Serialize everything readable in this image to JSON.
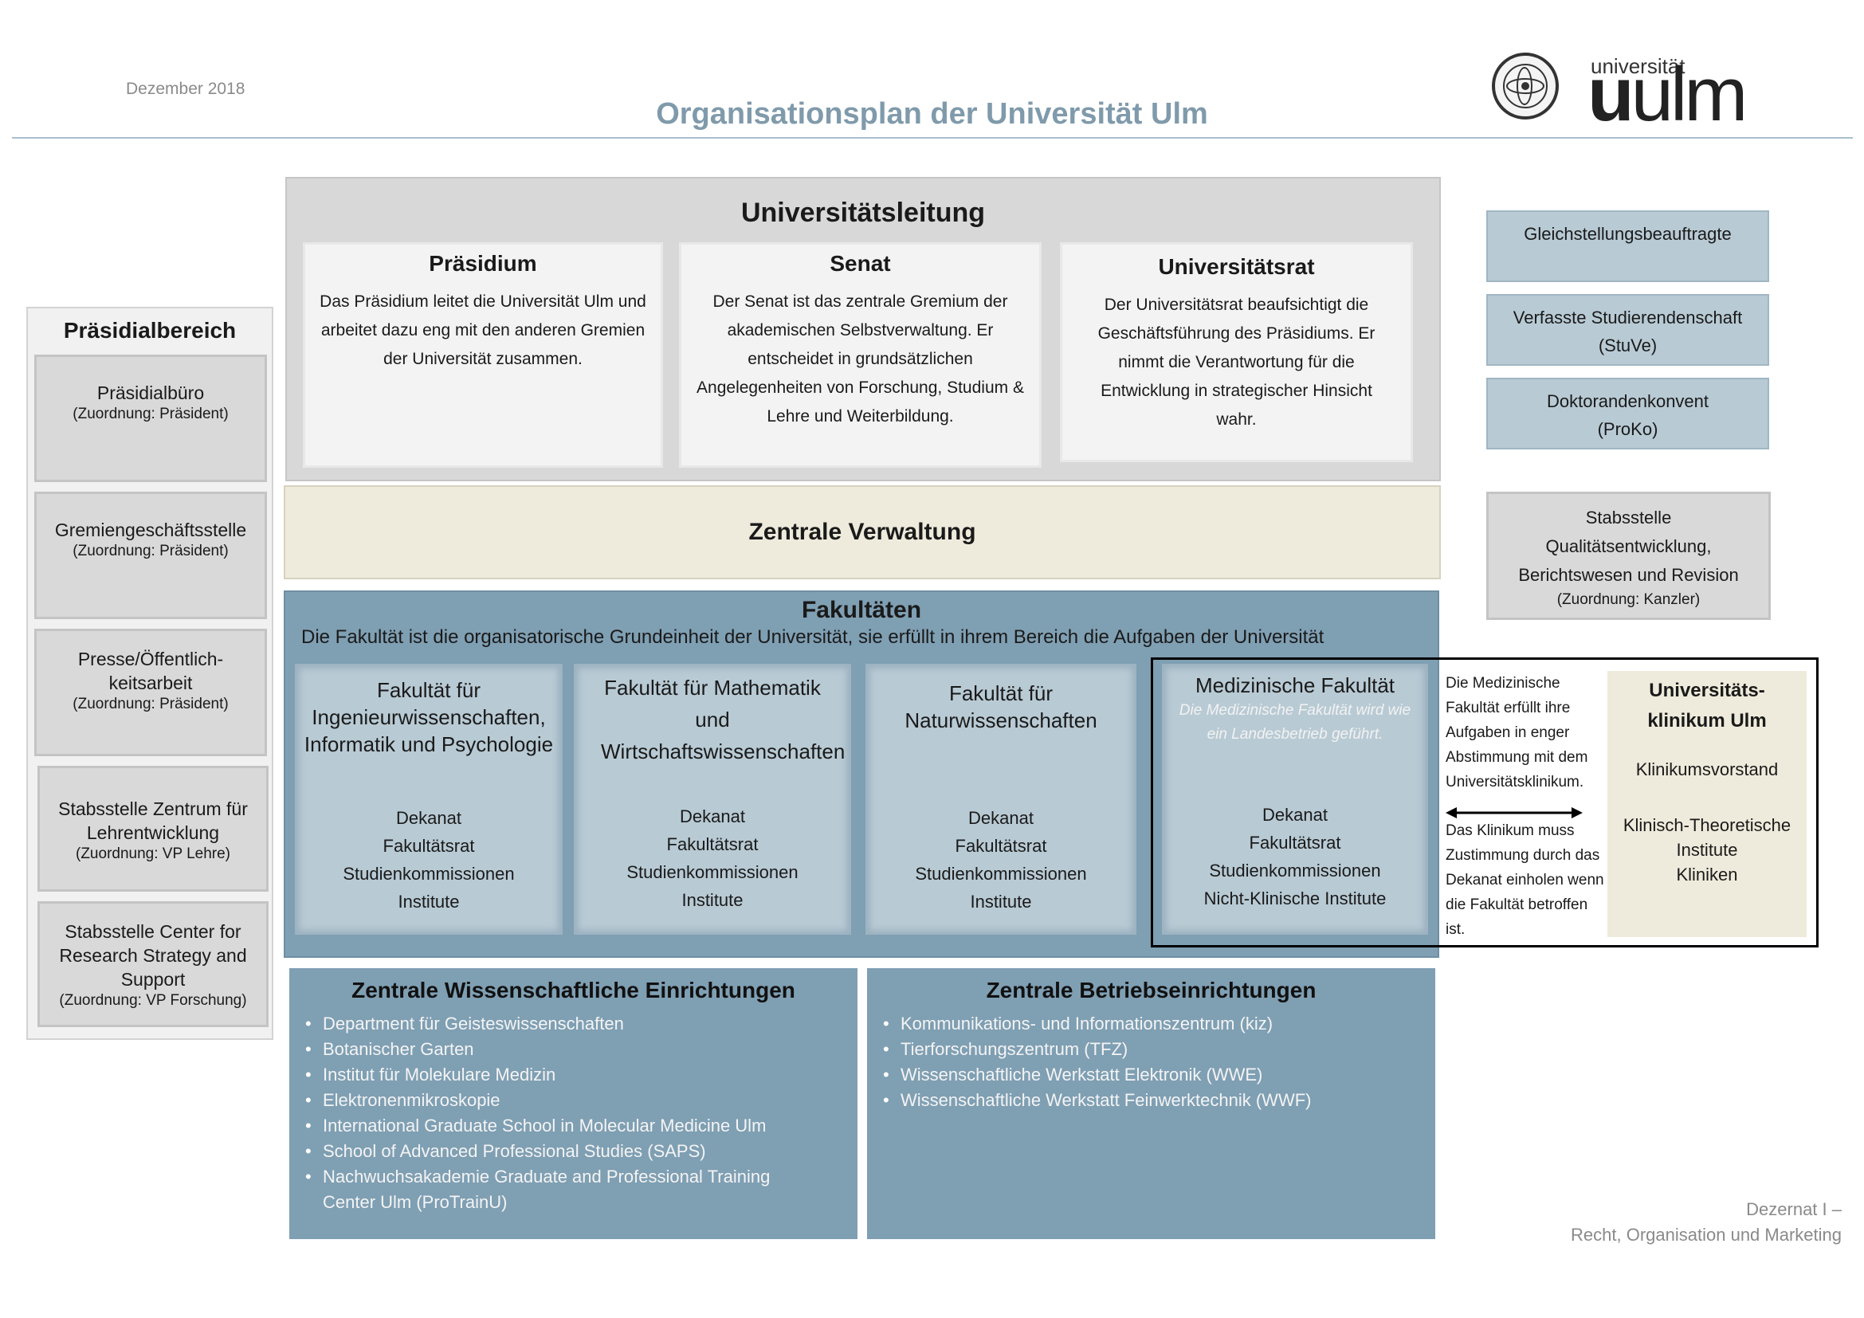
{
  "header": {
    "date": "Dezember  2018",
    "title": "Organisationsplan der Universität Ulm",
    "logo_small": "universität",
    "logo_big_first": "u",
    "logo_big_rest": "ulm"
  },
  "praesidialbereich": {
    "title": "Präsidialbereich",
    "items": [
      {
        "main": "Präsidialbüro",
        "sub": "(Zuordnung: Präsident)"
      },
      {
        "main": "Gremiengeschäftsstelle",
        "sub": "(Zuordnung: Präsident)"
      },
      {
        "main": "Presse/Öffentlich-\nkeitsarbeit",
        "sub": "(Zuordnung: Präsident)"
      },
      {
        "main": "Stabsstelle Zentrum für Lehrentwicklung",
        "sub": "(Zuordnung: VP Lehre)"
      },
      {
        "main": "Stabsstelle Center for Research Strategy and Support",
        "sub": "(Zuordnung: VP Forschung)"
      }
    ]
  },
  "universitaetsleitung": {
    "title": "Universitätsleitung",
    "cards": [
      {
        "heading": "Präsidium",
        "text": "Das Präsidium leitet die Universität Ulm und arbeitet dazu eng mit den anderen Gremien der Universität zusammen."
      },
      {
        "heading": "Senat",
        "text": "Der Senat ist das zentrale Gremium der akademischen Selbstverwaltung. Er entscheidet in grundsätzlichen Angelegenheiten von Forschung, Studium & Lehre und Weiterbildung."
      },
      {
        "heading": "Universitätsrat",
        "text": "Der Universitätsrat beaufsichtigt die Geschäftsführung des Präsidiums. Er nimmt die Verantwortung für die Entwicklung in strategischer Hinsicht wahr."
      }
    ]
  },
  "zentrale_verwaltung": {
    "title": "Zentrale Verwaltung"
  },
  "fakultaeten": {
    "title": "Fakultäten",
    "description": "Die Fakultät ist die organisatorische Grundeinheit der Universität, sie erfüllt in ihrem Bereich die Aufgaben der Universität",
    "faculties": [
      {
        "name": "Fakultät für Ingenieurwissenschaften, Informatik und Psychologie",
        "units": [
          "Dekanat",
          "Fakultätsrat",
          "Studienkommissionen",
          "Institute"
        ]
      },
      {
        "name": "Fakultät für Mathematik und Wirtschaftswissenschaften",
        "units": [
          "Dekanat",
          "Fakultätsrat",
          "Studienkommissionen",
          "Institute"
        ]
      },
      {
        "name": "Fakultät für Naturwissenschaften",
        "units": [
          "Dekanat",
          "Fakultätsrat",
          "Studienkommissionen",
          "Institute"
        ]
      },
      {
        "name": "Medizinische Fakultät",
        "note": "Die Medizinische Fakultät wird wie ein Landesbetrieb geführt.",
        "units": [
          "Dekanat",
          "Fakultätsrat",
          "Studienkommissionen",
          "Nicht-Klinische Institute"
        ]
      }
    ]
  },
  "medizin_relation": {
    "text_top": "Die Medizinische Fakultät erfüllt ihre Aufgaben in enger Abstimmung mit dem Universitätsklinikum.",
    "text_bottom": "Das Klinikum muss Zustimmung durch das Dekanat einholen wenn die Fakultät betroffen ist."
  },
  "klinikum": {
    "title_line1": "Universitäts-",
    "title_line2": "klinikum Ulm",
    "item1": "Klinikumsvorstand",
    "item2": "Klinisch-Theoretische Institute",
    "item3": "Kliniken"
  },
  "right_column": {
    "items": [
      "Gleichstellungsbeauftragte",
      "Verfasste Studierendenschaft (StuVe)",
      "Doktorandenkonvent (ProKo)"
    ],
    "stabsstelle": {
      "main": "Stabsstelle Qualitätsentwicklung, Berichtswesen und Revision",
      "sub": "(Zuordnung: Kanzler)"
    }
  },
  "zentrale_wissenschaftliche": {
    "title": "Zentrale Wissenschaftliche Einrichtungen",
    "items": [
      "Department für Geisteswissenschaften",
      "Botanischer Garten",
      "Institut für Molekulare Medizin",
      "Elektronenmikroskopie",
      "International Graduate School in Molecular Medicine Ulm",
      "School of Advanced Professional Studies (SAPS)",
      "Nachwuchsakademie Graduate and Professional Training Center Ulm (ProTrainU)"
    ]
  },
  "zentrale_betrieb": {
    "title": "Zentrale Betriebseinrichtungen",
    "items": [
      "Kommunikations- und Informationszentrum (kiz)",
      "Tierforschungszentrum (TFZ)",
      "Wissenschaftliche Werkstatt Elektronik (WWE)",
      "Wissenschaftliche Werkstatt Feinwerktechnik (WWF)"
    ]
  },
  "footer": {
    "line1": "Dezernat I –",
    "line2": "Recht, Organisation und Marketing"
  }
}
